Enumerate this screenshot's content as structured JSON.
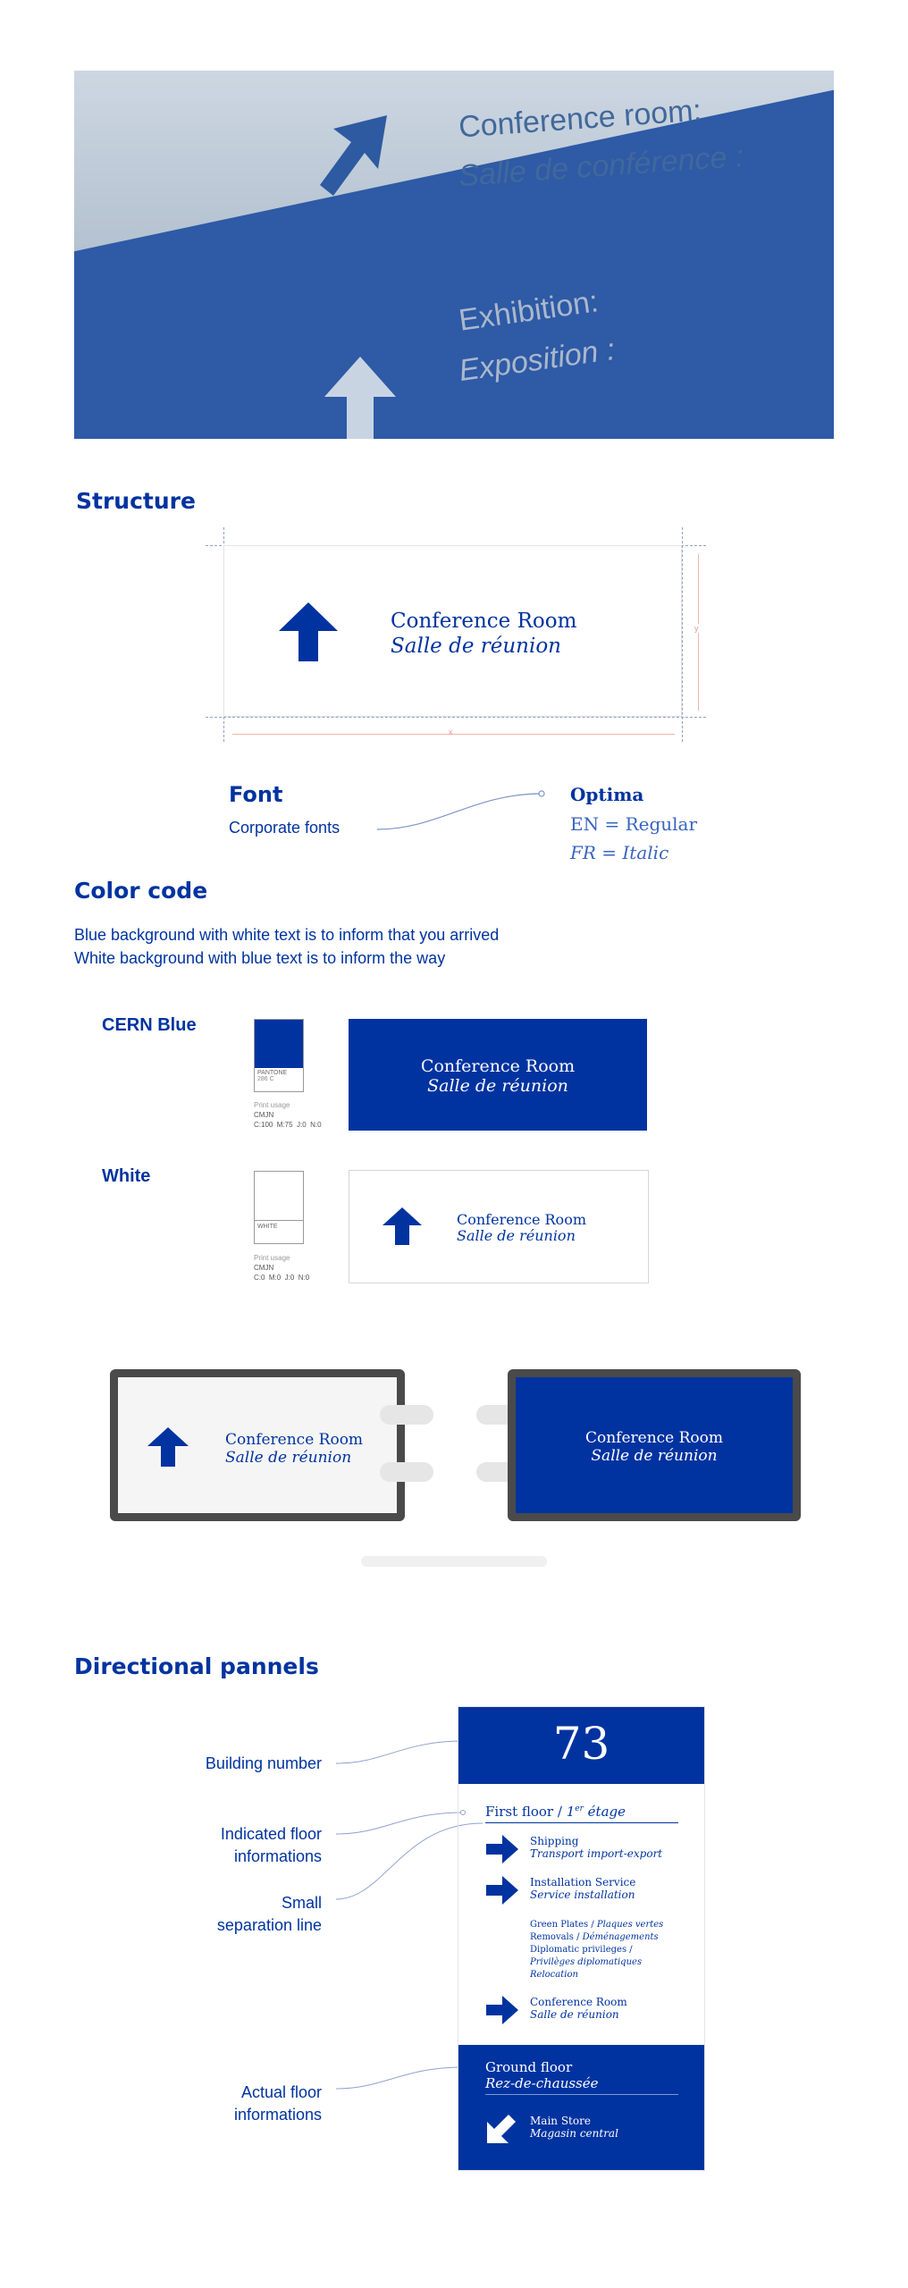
{
  "hero": {
    "line1": "Conference room:",
    "line2": "Salle de conférence :",
    "line3": "Exhibition:",
    "line4": "Exposition :"
  },
  "structure": {
    "title": "Structure",
    "sign_en": "Conference Room",
    "sign_fr": "Salle de réunion",
    "dim_x": "x",
    "dim_y": "y"
  },
  "font": {
    "title": "Font",
    "subtitle": "Corporate fonts",
    "name": "Optima",
    "en": "EN = Regular",
    "fr": "FR = Italic"
  },
  "color_code": {
    "title": "Color code",
    "desc1": "Blue background with white text is to inform that you arrived",
    "desc2": "White background with blue text is to inform the way",
    "blue_label": "CERN Blue",
    "blue_swatch_l1": "PANTONE",
    "blue_swatch_l2": "286 C",
    "blue_print": "Print usage",
    "blue_cmjn": "CMJN",
    "blue_values": "C:100  M:75  J:0  N:0",
    "white_label": "White",
    "white_swatch": "WHITE",
    "white_print": "Print usage",
    "white_cmjn": "CMJN",
    "white_values": "C:0  M:0  J:0  N:0",
    "sign_en": "Conference Room",
    "sign_fr": "Salle de réunion",
    "brand_blue": "#0033a0"
  },
  "mounted": {
    "left_en": "Conference Room",
    "left_fr": "Salle de réunion",
    "right_en": "Conference Room",
    "right_fr": "Salle de réunion"
  },
  "directional": {
    "title": "Directional pannels",
    "labels": {
      "building": "Building number",
      "floor_info_1": "Indicated floor",
      "floor_info_2": "informations",
      "sep_1": "Small",
      "sep_2": "separation line",
      "actual_1": "Actual floor",
      "actual_2": "informations"
    },
    "panel": {
      "number": "73",
      "floor_en": "First floor / ",
      "floor_fr_pre": "1",
      "floor_fr_sup": "er",
      "floor_fr_post": " étage",
      "items": [
        {
          "en": "Shipping",
          "fr": "Transport import-export"
        },
        {
          "en": "Installation Service",
          "fr": "Service installation"
        }
      ],
      "sub_items": [
        {
          "en": "Green Plates / ",
          "fr": "Plaques vertes"
        },
        {
          "en": "Removals / ",
          "fr": "Déménagements"
        },
        {
          "en": "Diplomatic privileges / ",
          "fr": ""
        },
        {
          "en": "",
          "fr": "Privilèges diplomatiques"
        },
        {
          "en": "",
          "fr": "Relocation"
        }
      ],
      "item3": {
        "en": "Conference Room",
        "fr": "Salle de réunion"
      },
      "ground_en": "Ground floor",
      "ground_fr": "Rez-de-chaussée",
      "ground_item": {
        "en": "Main Store",
        "fr": "Magasin central"
      }
    }
  }
}
